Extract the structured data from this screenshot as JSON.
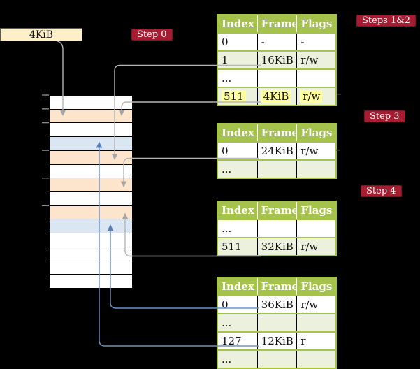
{
  "labels": {
    "memory_box": "4KiB",
    "step0": "Step 0",
    "steps12": "Steps 1&2",
    "step3": "Step 3",
    "step4": "Step 4"
  },
  "colors": {
    "background": "#000000",
    "badge_bg": "#a71c31",
    "badge_text": "#ffffff",
    "table_header_bg": "#a4c24c",
    "table_header_text": "#ffffff",
    "table_row_shaded": "#ebf1dd",
    "table_row_white": "#ffffff",
    "highlight_yellow": "#ffff9e",
    "frame_pagetable_peach": "#fce5cc",
    "frame_data_blue": "#dbe6f3",
    "frame_free_white": "#ffffff",
    "pointer_box_cream": "#fcefca",
    "arrow_gray": "#b5b5b5",
    "arrowhead_gray": "#a6a6a9",
    "arrow_blue": "#7090bd",
    "arrowhead_blue": "#5b7fb5",
    "tick_gray": "#8a8a8a",
    "stub_dark": "#4a4a4a"
  },
  "tables": [
    {
      "name": "page-table-steps-1-2",
      "headers": [
        "Index",
        "Frame",
        "Flags"
      ],
      "rows": [
        {
          "cells": [
            "0",
            "-",
            "-"
          ],
          "highlight": false
        },
        {
          "cells": [
            "1",
            "16KiB",
            "r/w"
          ],
          "highlight": false
        },
        {
          "cells": [
            "...",
            "",
            ""
          ],
          "highlight": false
        },
        {
          "cells": [
            "511",
            "4KiB",
            "r/w"
          ],
          "highlight": true
        }
      ]
    },
    {
      "name": "page-table-step-3",
      "headers": [
        "Index",
        "Frame",
        "Flags"
      ],
      "rows": [
        {
          "cells": [
            "0",
            "24KiB",
            "r/w"
          ],
          "highlight": false
        },
        {
          "cells": [
            "...",
            "",
            ""
          ],
          "highlight": false
        }
      ]
    },
    {
      "name": "page-table-step-4",
      "headers": [
        "Index",
        "Frame",
        "Flags"
      ],
      "rows": [
        {
          "cells": [
            "...",
            "",
            ""
          ],
          "highlight": false
        },
        {
          "cells": [
            "511",
            "32KiB",
            "r/w"
          ],
          "highlight": false
        }
      ]
    },
    {
      "name": "page-table-leaf",
      "headers": [
        "Index",
        "Frame",
        "Flags"
      ],
      "rows": [
        {
          "cells": [
            "0",
            "36KiB",
            "r/w"
          ],
          "highlight": false
        },
        {
          "cells": [
            "...",
            "",
            ""
          ],
          "highlight": false
        },
        {
          "cells": [
            "127",
            "12KiB",
            "r"
          ],
          "highlight": false
        },
        {
          "cells": [
            "...",
            "",
            ""
          ],
          "highlight": false
        }
      ]
    }
  ],
  "memory": {
    "frames": [
      "free",
      "pagetable",
      "free",
      "data",
      "pagetable",
      "free",
      "pagetable",
      "free",
      "pagetable",
      "data",
      "free",
      "free",
      "free",
      "free"
    ]
  }
}
